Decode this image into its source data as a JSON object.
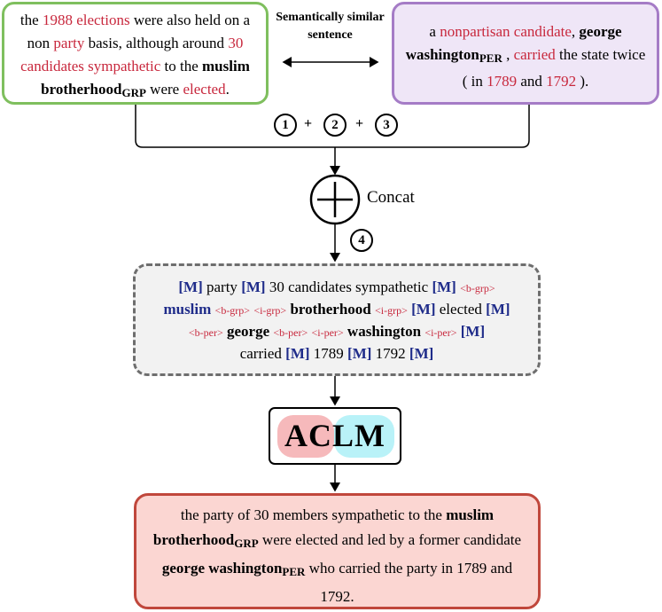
{
  "left_sentence": {
    "w1": "the ",
    "w2": "1988 elections",
    "w3": " were also held on a non ",
    "w4": "party",
    "w5": " basis, although around ",
    "w6": "30 candidates sympathetic",
    "w7": " to the ",
    "w8": "muslim brotherhood",
    "w8_sub": "GRP",
    "w9": " were ",
    "w10": "elected",
    "w11": "."
  },
  "similarity_label": "Semantically similar sentence",
  "right_sentence": {
    "w1": "a ",
    "w2": "nonpartisan candidate",
    "w3": ", ",
    "w4": "george washington",
    "w4_sub": "PER",
    "w5": " , ",
    "w6": "carried",
    "w7": " the state twice ( in ",
    "w8": "1789",
    "w9": " and ",
    "w10": "1792",
    "w11": " )."
  },
  "steps": {
    "s1": "1",
    "s2": "2",
    "s3": "3",
    "s4": "4",
    "plus": "+"
  },
  "concat_label": "Concat",
  "masked": {
    "m": "[M]",
    "t_party": " party ",
    "t_30": " 30 candidates sympathetic ",
    "tag_bgrp": "<b-grp>",
    "tag_igrp": "<i-grp>",
    "tag_bper": "<b-per>",
    "tag_iper": "<i-per>",
    "muslim": "muslim",
    "brotherhood": "brotherhood",
    "george": "george",
    "washington": "washington",
    "elected": " elected ",
    "carried": "carried ",
    "y1789": " 1789 ",
    "y1792": " 1792 "
  },
  "model_label": "ACLM",
  "output": {
    "o1": "the party of 30 members sympathetic to the ",
    "o2": "muslim brotherhood",
    "o2_sub": "GRP",
    "o3": " were elected and led by a former candidate ",
    "o4": "george washington",
    "o4_sub": "PER",
    "o5": " who carried the party in 1789 and 1792."
  },
  "colors": {
    "green_border": "#7fbf5e",
    "purple_border": "#a57cc6",
    "purple_fill": "#efe6f7",
    "red_text": "#c8283d",
    "blue_mask": "#1f2c8a",
    "output_fill": "#fbd6d2",
    "output_border": "#c0473c",
    "aclm_pink": "#f6b9bb",
    "aclm_cyan": "#b9f2f8"
  }
}
